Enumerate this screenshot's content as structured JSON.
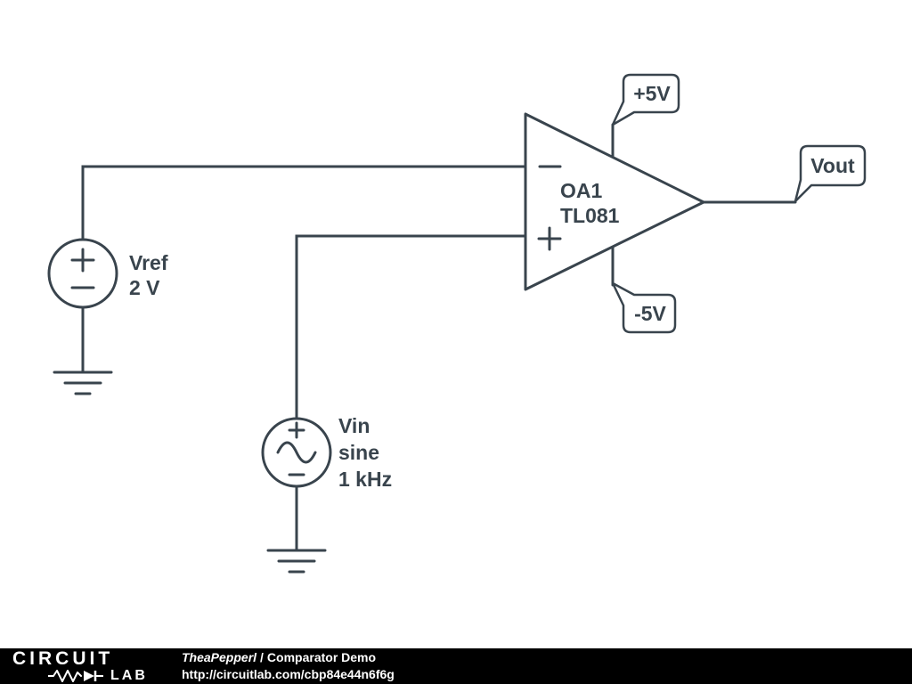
{
  "schematic": {
    "opamp": {
      "name": "OA1",
      "part": "TL081"
    },
    "flags": {
      "vpos": "+5V",
      "vneg": "-5V",
      "vout": "Vout"
    },
    "sources": {
      "vref": {
        "label": "Vref",
        "value": "2 V"
      },
      "vin": {
        "label": "Vin",
        "waveform": "sine",
        "frequency": "1 kHz"
      }
    },
    "colors": {
      "stroke": "#39444d",
      "background": "#ffffff"
    }
  },
  "footer": {
    "logo": {
      "line1": "CIRCUIT",
      "line2": "LAB"
    },
    "author": "TheaPepperl",
    "separator": "/",
    "title": "Comparator Demo",
    "url": "http://circuitlab.com/cbp84e44n6f6g",
    "background": "#000000",
    "text_color": "#ffffff"
  }
}
